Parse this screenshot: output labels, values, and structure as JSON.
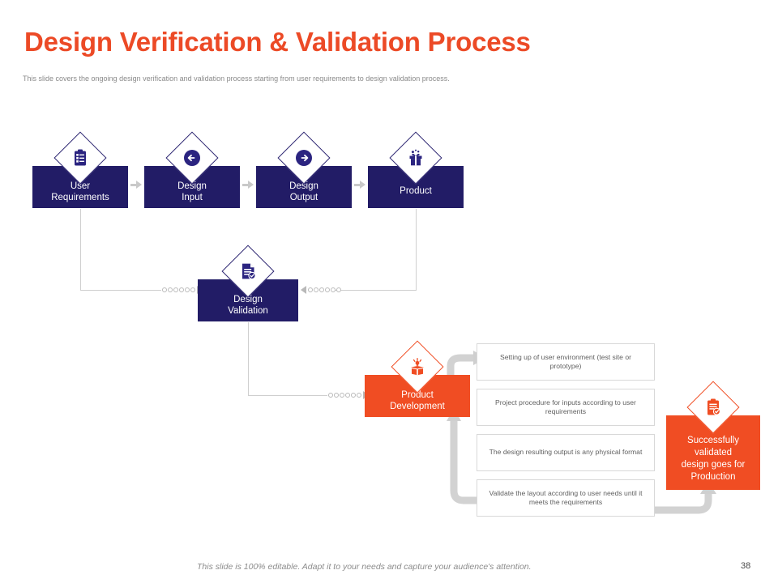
{
  "header": {
    "title": "Design Verification & Validation Process",
    "subtitle": "This slide covers the ongoing design verification and validation process starting from user requirements to design validation process."
  },
  "flow": {
    "top_row": [
      {
        "label_line1": "User",
        "label_line2": "Requirements",
        "icon": "clipboard-checklist-icon",
        "color": "#221c66"
      },
      {
        "label_line1": "Design",
        "label_line2": "Input",
        "icon": "arrow-left-circle-icon",
        "color": "#221c66"
      },
      {
        "label_line1": "Design",
        "label_line2": "Output",
        "icon": "arrow-right-circle-icon",
        "color": "#221c66"
      },
      {
        "label_line1": "Product",
        "label_line2": "",
        "icon": "gift-box-icon",
        "color": "#221c66"
      }
    ],
    "validation": {
      "label_line1": "Design",
      "label_line2": "Validation",
      "icon": "document-check-icon",
      "color": "#221c66"
    },
    "development": {
      "label_line1": "Product",
      "label_line2": "Development",
      "icon": "open-box-idea-icon",
      "color": "#f04d23"
    },
    "production": {
      "label_line1": "Successfully",
      "label_line2": "validated",
      "label_line3": "design goes for",
      "label_line4": "Production",
      "icon": "clipboard-check-icon",
      "color": "#f04d23"
    }
  },
  "cards": [
    {
      "text": "Setting up of user environment (test site or prototype)"
    },
    {
      "text": "Project procedure for inputs according to user requirements"
    },
    {
      "text": "The design resulting output is any physical format"
    },
    {
      "text": "Validate the layout according to user needs until it meets the requirements"
    }
  ],
  "footer": {
    "note": "This slide is 100% editable. Adapt it to your needs and capture your audience's attention.",
    "page_number": "38"
  },
  "colors": {
    "accent_orange": "#ec4a26",
    "box_orange": "#f04d23",
    "navy": "#221c66",
    "connector_grey": "#cfcfcf",
    "thick_arrow_grey": "#d2d2d2"
  }
}
